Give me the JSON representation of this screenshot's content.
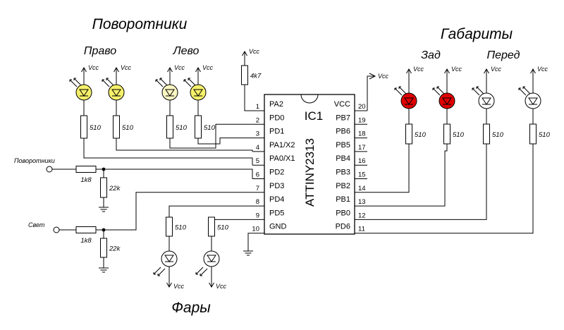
{
  "labels": {
    "turn_signals": "Поворотники",
    "right": "Право",
    "left": "Лево",
    "marker_lights": "Габариты",
    "rear": "Зад",
    "front": "Перед",
    "headlights": "Фары",
    "input_turn": "Поворотники",
    "input_light": "Свет"
  },
  "supply_label": "Vcc",
  "chip": {
    "ref": "IC1",
    "part": "ATTINY2313",
    "left_pins": [
      {
        "num": "1",
        "name": "PA2"
      },
      {
        "num": "2",
        "name": "PD0"
      },
      {
        "num": "3",
        "name": "PD1"
      },
      {
        "num": "4",
        "name": "PA1/X2"
      },
      {
        "num": "5",
        "name": "PA0/X1"
      },
      {
        "num": "6",
        "name": "PD2"
      },
      {
        "num": "7",
        "name": "PD3"
      },
      {
        "num": "8",
        "name": "PD4"
      },
      {
        "num": "9",
        "name": "PD5"
      },
      {
        "num": "10",
        "name": "GND"
      }
    ],
    "right_pins": [
      {
        "num": "20",
        "name": "VCC"
      },
      {
        "num": "19",
        "name": "PB7"
      },
      {
        "num": "18",
        "name": "PB6"
      },
      {
        "num": "17",
        "name": "PB5"
      },
      {
        "num": "16",
        "name": "PB4"
      },
      {
        "num": "15",
        "name": "PB3"
      },
      {
        "num": "14",
        "name": "PB2"
      },
      {
        "num": "13",
        "name": "PB1"
      },
      {
        "num": "12",
        "name": "PB0"
      },
      {
        "num": "11",
        "name": "PD6"
      }
    ]
  },
  "resistors": {
    "pullup": "4k7",
    "led": "510",
    "series": "1k8",
    "pulldown": "22k"
  },
  "colors": {
    "led_yellow": "#f5f06a",
    "led_yellow_light": "#fbf7c2",
    "led_red": "#e00000",
    "led_white": "#ffffff",
    "wire": "#000000"
  }
}
